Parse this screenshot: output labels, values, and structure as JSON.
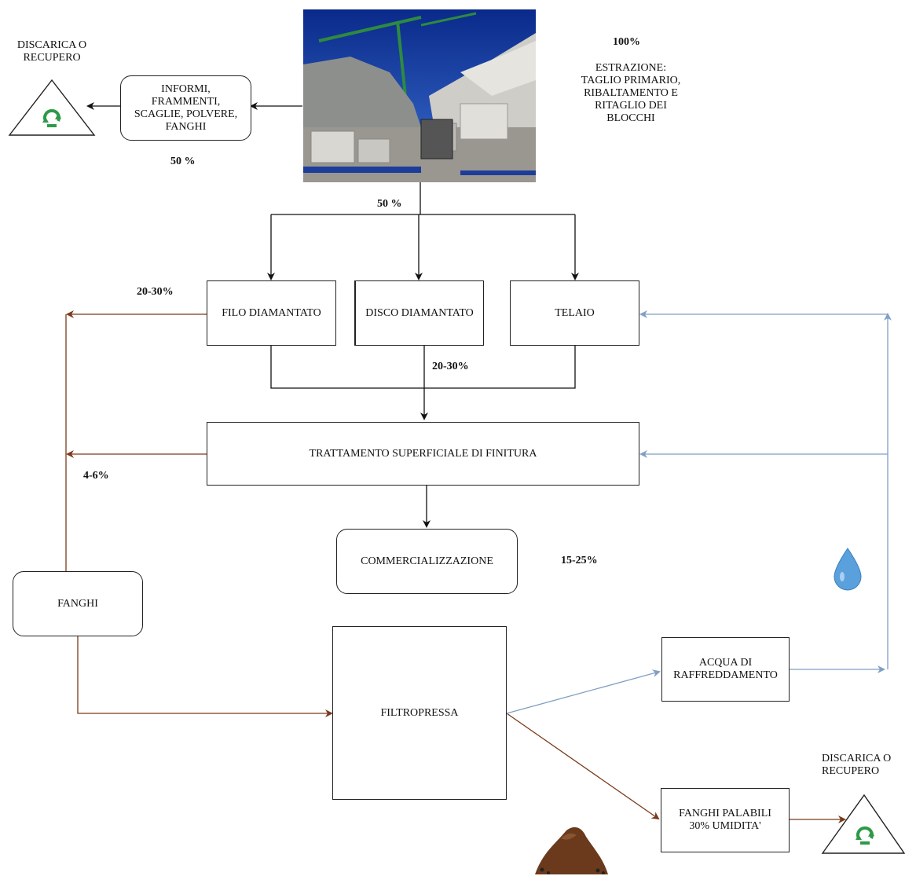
{
  "left_disposal": {
    "label": "DISCARICA O\nRECUPERO"
  },
  "right_disposal": {
    "label": "DISCARICA O\nRECUPERO"
  },
  "waste_box": {
    "label": "INFORMI,\nFRAMMENTI,\nSCAGLIE, POLVERE,\nFANGHI"
  },
  "extraction": {
    "percent": "100%",
    "label": "ESTRAZIONE:\nTAGLIO PRIMARIO,\nRIBALTAMENTO E\nRITAGLIO DEI\nBLOCCHI"
  },
  "pct_waste": "50 %",
  "pct_main": "50 %",
  "pct_cutting": "20-30%",
  "pct_cutting_mid": "20-30%",
  "pct_finishing": "4-6%",
  "pct_commerce": "15-25%",
  "nodes": {
    "filo": "FILO DIAMANTATO",
    "disco": "DISCO DIAMANTATO",
    "telaio": "TELAIO",
    "trattamento": "TRATTAMENTO SUPERFICIALE DI FINITURA",
    "commercializzazione": "COMMERCIALIZZAZIONE",
    "fanghi": "FANGHI",
    "filtropressa": "FILTROPRESSA",
    "acqua": "ACQUA DI\nRAFFREDDAMENTO",
    "fanghi_palabili": "FANGHI PALABILI\n30% UMIDITA'"
  },
  "colors": {
    "black_flow": "#111111",
    "sludge_flow": "#7a3b1a",
    "water_flow": "#7f9fc4",
    "recycle_green": "#2e9a48",
    "water_drop": "#5aa0dc"
  },
  "icons": [
    "recycle-icon",
    "water-drop-icon",
    "soil-pile-icon",
    "quarry-photo"
  ]
}
